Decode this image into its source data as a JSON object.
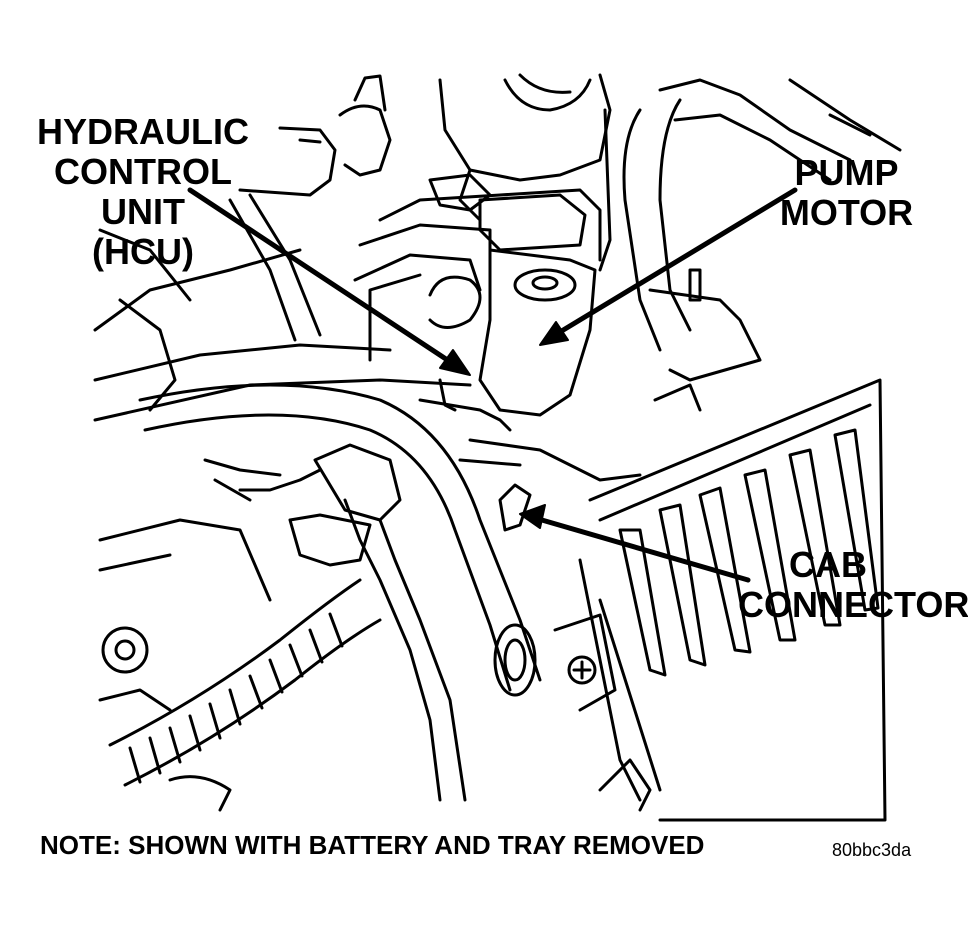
{
  "callouts": {
    "hcu": [
      "HYDRAULIC",
      "CONTROL",
      "UNIT",
      "(HCU)"
    ],
    "pump_motor": [
      "PUMP",
      "MOTOR"
    ],
    "cab_connector": [
      "CAB",
      "CONNECTOR"
    ]
  },
  "note": "NOTE: SHOWN WITH BATTERY AND TRAY REMOVED",
  "figure_code": "80bbc3da"
}
